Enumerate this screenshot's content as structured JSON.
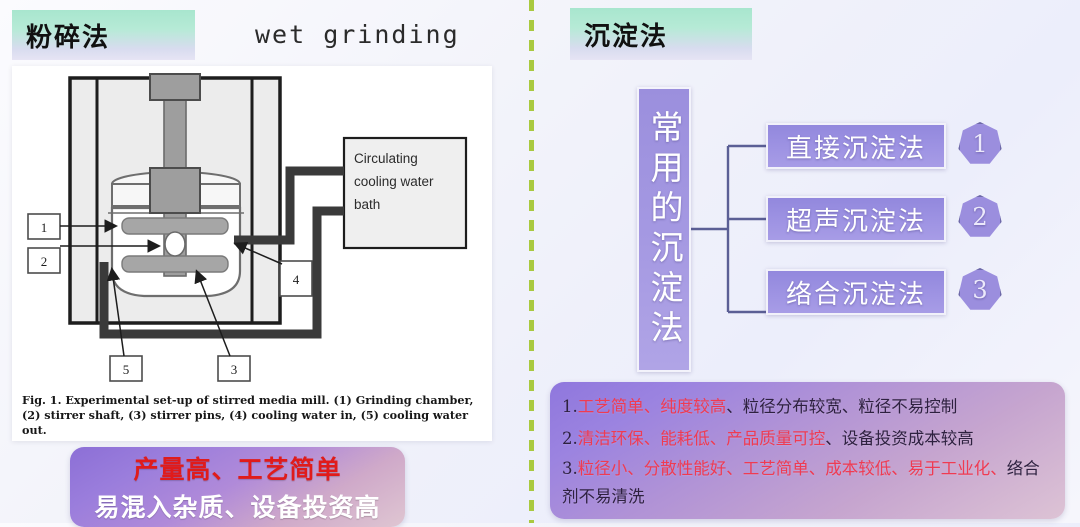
{
  "left": {
    "header_title": "粉碎法",
    "subtitle": "wet grinding",
    "figure": {
      "caption_bold": "Fig. 1.",
      "caption_text": " Experimental set-up of stirred media mill. (1) Grinding chamber, (2) stirrer shaft, (3) stirrer pins, (4) cooling water in, (5) cooling water out.",
      "bath_label_line1": "Circulating",
      "bath_label_line2": "cooling water",
      "bath_label_line3": "bath",
      "callouts": [
        "1",
        "2",
        "3",
        "4",
        "5"
      ]
    },
    "callout": {
      "line1": "产量高、工艺简单",
      "line2": "易混入杂质、设备投资高",
      "line1_color": "#e01b1b",
      "line2_color": "#ffffff"
    }
  },
  "right": {
    "header_title": "沉淀法",
    "root_label": "常用的沉淀法",
    "leaves": [
      {
        "label": "直接沉淀法",
        "badge": "1"
      },
      {
        "label": "超声沉淀法",
        "badge": "2"
      },
      {
        "label": "络合沉淀法",
        "badge": "3"
      }
    ],
    "callout": {
      "items": [
        {
          "num": "1.",
          "highlight": "工艺简单、纯度较高",
          "rest": "、粒径分布较宽、粒径不易控制"
        },
        {
          "num": "2.",
          "highlight": "清洁环保、能耗低、产品质量可控",
          "rest": "、设备投资成本较高"
        },
        {
          "num": "3.",
          "highlight": "粒径小、分散性能好、工艺简单、成本较低、易于工业化、",
          "rest": "络合剂不易清洗"
        }
      ],
      "highlight_color": "#ef3b52",
      "text_color": "#2e2140"
    }
  },
  "divider": {
    "color": "#a9c93f",
    "style": "dashed-vertical"
  }
}
